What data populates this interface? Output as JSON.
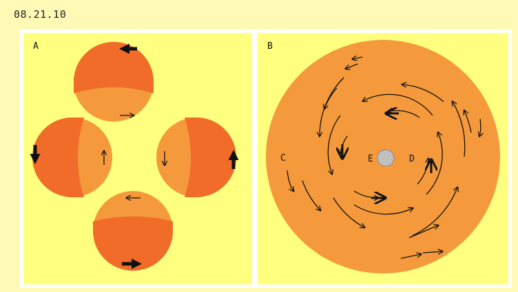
{
  "header": {
    "date": "08.21.10"
  },
  "panel_a": {
    "label": "A"
  },
  "panel_b": {
    "label": "B",
    "points": {
      "c": "C",
      "d": "D",
      "e": "E"
    }
  },
  "colors": {
    "background": "#fff9b6",
    "panel": "#ffff80",
    "light_orange": "#f49a3c",
    "dark_orange": "#f06c28",
    "center_dot": "#c0c0c0"
  }
}
